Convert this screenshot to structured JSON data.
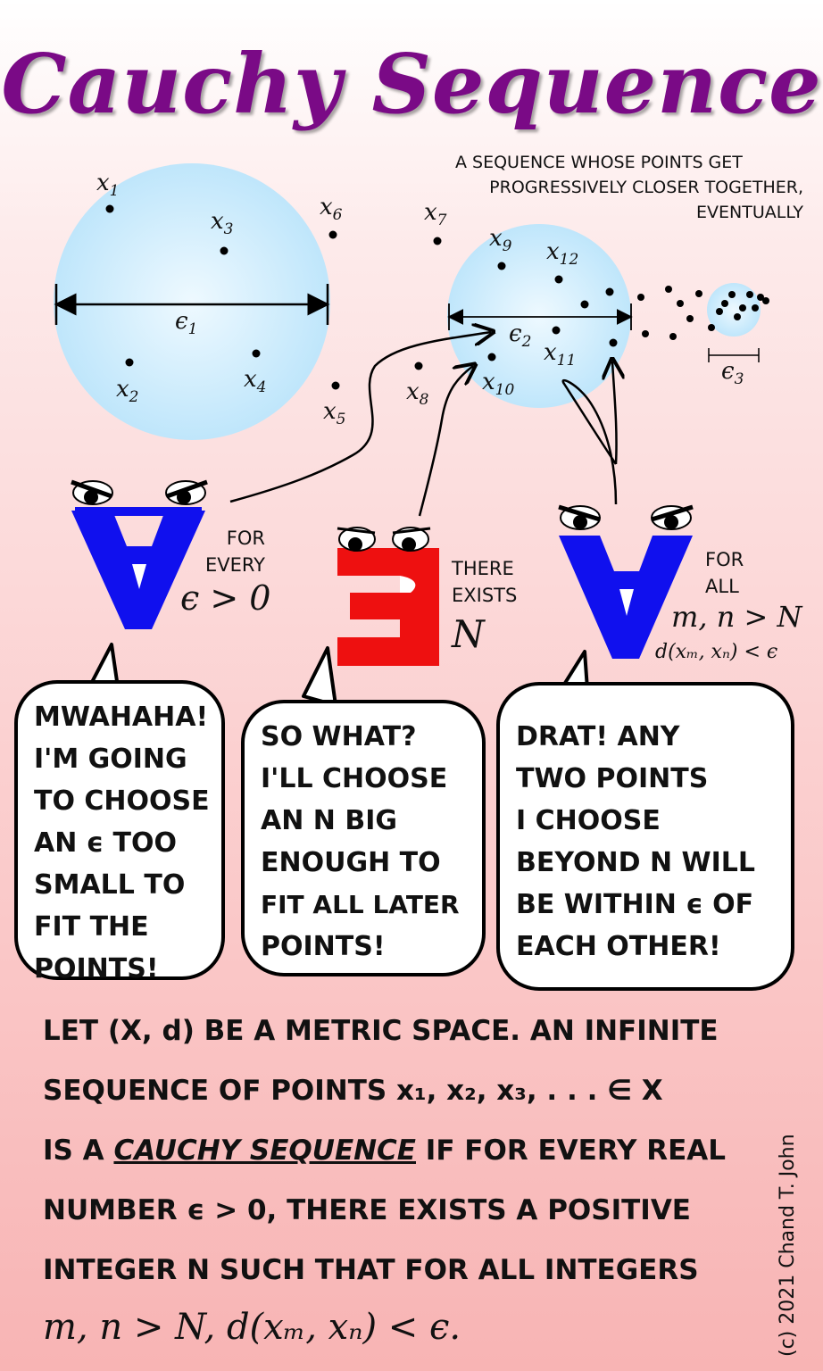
{
  "title": "Cauchy Sequence",
  "caption": [
    "A SEQUENCE WHOSE POINTS GET",
    "PROGRESSIVELY CLOSER TOGETHER,",
    "EVENTUALLY"
  ],
  "points": [
    {
      "label": "x",
      "sub": "1"
    },
    {
      "label": "x",
      "sub": "2"
    },
    {
      "label": "x",
      "sub": "3"
    },
    {
      "label": "x",
      "sub": "4"
    },
    {
      "label": "x",
      "sub": "5"
    },
    {
      "label": "x",
      "sub": "6"
    },
    {
      "label": "x",
      "sub": "7"
    },
    {
      "label": "x",
      "sub": "8"
    },
    {
      "label": "x",
      "sub": "9"
    },
    {
      "label": "x",
      "sub": "10"
    },
    {
      "label": "x",
      "sub": "11"
    },
    {
      "label": "x",
      "sub": "12"
    }
  ],
  "epsilons": [
    {
      "label": "ϵ",
      "sub": "1"
    },
    {
      "label": "ϵ",
      "sub": "2"
    },
    {
      "label": "ϵ",
      "sub": "3"
    }
  ],
  "quantifiers": [
    {
      "symbol": "∀",
      "color": "#1010ee",
      "text": [
        "FOR",
        "EVERY"
      ],
      "math": "ϵ > 0"
    },
    {
      "symbol": "∃",
      "color": "#ee1010",
      "text": [
        "THERE",
        "EXISTS"
      ],
      "math": "N"
    },
    {
      "symbol": "∀",
      "color": "#1010ee",
      "text": [
        "FOR",
        "ALL"
      ],
      "math": "m, n > N",
      "math2": "d(xₘ, xₙ) < ϵ"
    }
  ],
  "bubbles": [
    [
      "MWAHAHA!",
      "I'M GOING",
      "TO CHOOSE",
      "AN ϵ TOO",
      "SMALL TO",
      "FIT THE",
      "POINTS!"
    ],
    [
      "SO WHAT?",
      "I'LL CHOOSE",
      "AN N BIG",
      "ENOUGH TO",
      "FIT ALL LATER",
      "POINTS!"
    ],
    [
      "DRAT! ANY",
      "TWO POINTS",
      "I CHOOSE",
      "BEYOND N WILL",
      "BE WITHIN ϵ OF",
      "EACH OTHER!"
    ]
  ],
  "definition": {
    "lines": [
      "LET (X, d) BE A METRIC SPACE. AN INFINITE",
      "SEQUENCE OF POINTS  x₁, x₂, x₃, . . . ∈ X",
      "IS A",
      "NUMBER  ϵ > 0, THERE EXISTS A POSITIVE",
      "INTEGER  N  SUCH THAT FOR ALL INTEGERS"
    ],
    "term": "CAUCHY SEQUENCE",
    "line3_rest": " IF FOR EVERY REAL",
    "last": "m, n > N, d(xₘ, xₙ) < ϵ."
  },
  "copyright": "(c) 2021 Chand T. John",
  "colors": {
    "title": "#7a0a86",
    "ball": "#cfeefc",
    "forall": "#1010ee",
    "exists": "#ee1010"
  }
}
